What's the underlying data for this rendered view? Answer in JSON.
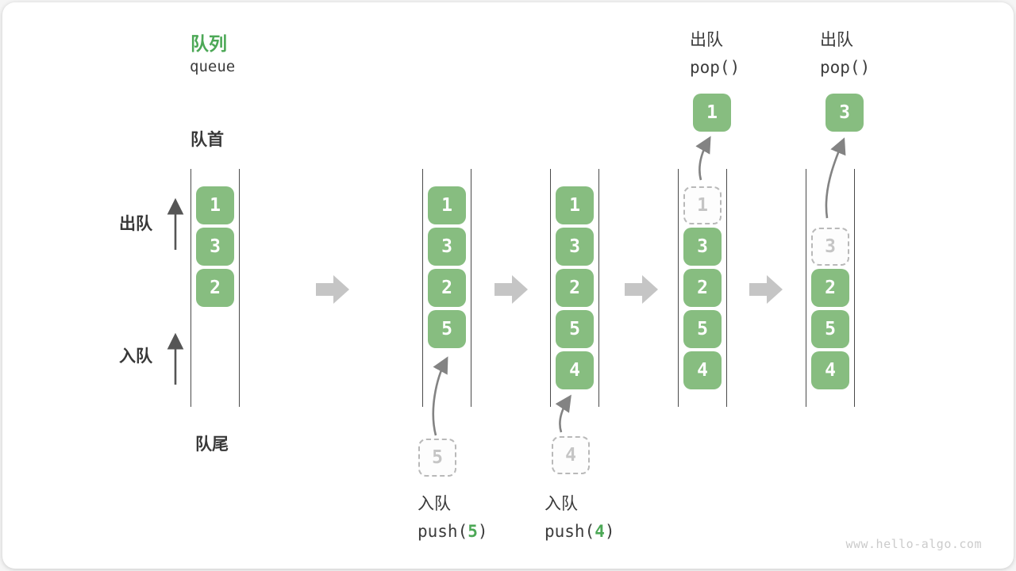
{
  "title": {
    "zh": "队列",
    "en": "queue"
  },
  "side_labels": {
    "front": "队首",
    "rear": "队尾",
    "dequeue": "出队",
    "enqueue": "入队"
  },
  "colors": {
    "box_green": "#87BD80",
    "accent_green": "#4CA856",
    "channel_line": "#4a4a4a",
    "block_arrow_gray": "#c5c5c5",
    "dashed_gray": "#b9b9b9"
  },
  "states": [
    {
      "name": "initial",
      "slots": [
        {
          "value": "1",
          "style": "solid",
          "row": 0
        },
        {
          "value": "3",
          "style": "solid",
          "row": 1
        },
        {
          "value": "2",
          "style": "solid",
          "row": 2
        }
      ]
    },
    {
      "name": "after-push-5",
      "slots": [
        {
          "value": "1",
          "style": "solid",
          "row": 0
        },
        {
          "value": "3",
          "style": "solid",
          "row": 1
        },
        {
          "value": "2",
          "style": "solid",
          "row": 2
        },
        {
          "value": "5",
          "style": "solid",
          "row": 3
        }
      ],
      "incoming": {
        "value": "5"
      },
      "op": {
        "action": "入队",
        "code_pre": "push(",
        "code_arg": "5",
        "code_post": ")"
      }
    },
    {
      "name": "after-push-4",
      "slots": [
        {
          "value": "1",
          "style": "solid",
          "row": 0
        },
        {
          "value": "3",
          "style": "solid",
          "row": 1
        },
        {
          "value": "2",
          "style": "solid",
          "row": 2
        },
        {
          "value": "5",
          "style": "solid",
          "row": 3
        },
        {
          "value": "4",
          "style": "solid",
          "row": 4
        }
      ],
      "incoming": {
        "value": "4"
      },
      "op": {
        "action": "入队",
        "code_pre": "push(",
        "code_arg": "4",
        "code_post": ")"
      }
    },
    {
      "name": "after-pop-1",
      "slots": [
        {
          "value": "1",
          "style": "dashed",
          "row": 0
        },
        {
          "value": "3",
          "style": "solid",
          "row": 1
        },
        {
          "value": "2",
          "style": "solid",
          "row": 2
        },
        {
          "value": "5",
          "style": "solid",
          "row": 3
        },
        {
          "value": "4",
          "style": "solid",
          "row": 4
        }
      ],
      "popped": {
        "value": "1"
      },
      "op": {
        "action": "出队",
        "code_pre": "pop()",
        "code_arg": "",
        "code_post": ""
      }
    },
    {
      "name": "after-pop-3",
      "slots": [
        {
          "value": "3",
          "style": "dashed",
          "row": 1
        },
        {
          "value": "2",
          "style": "solid",
          "row": 2
        },
        {
          "value": "5",
          "style": "solid",
          "row": 3
        },
        {
          "value": "4",
          "style": "solid",
          "row": 4
        }
      ],
      "popped": {
        "value": "3"
      },
      "op": {
        "action": "出队",
        "code_pre": "pop()",
        "code_arg": "",
        "code_post": ""
      }
    }
  ],
  "watermark": "www.hello-algo.com"
}
